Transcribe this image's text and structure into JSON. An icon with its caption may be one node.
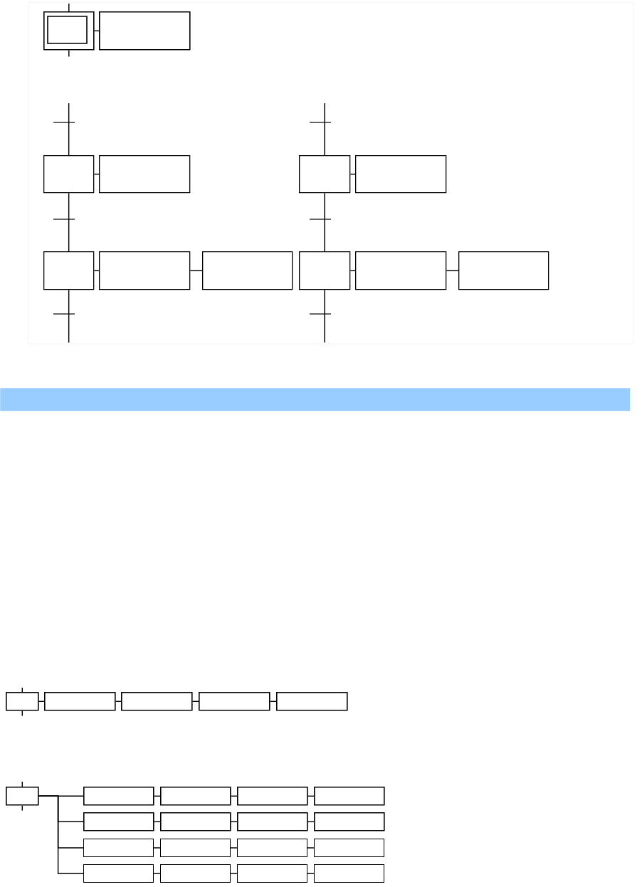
{
  "diagram": {
    "nodes": [
      {
        "text": [],
        "shape": "box"
      },
      {
        "text": [],
        "shape": "box"
      },
      {
        "text": [],
        "shape": "box"
      },
      {
        "text": [],
        "shape": "box"
      },
      {
        "text": [],
        "shape": "box"
      },
      {
        "text": [],
        "shape": "box"
      },
      {
        "text": [],
        "shape": "box"
      },
      {
        "text": [],
        "shape": "box"
      },
      {
        "text": [],
        "shape": "box"
      },
      {
        "text": [],
        "shape": "box"
      },
      {
        "text": [],
        "shape": "box"
      },
      {
        "text": [],
        "shape": "box"
      },
      {
        "text": [],
        "shape": "box"
      },
      {
        "text": [],
        "shape": "box"
      },
      {
        "text": [],
        "shape": "box"
      },
      {
        "text": [],
        "shape": "box"
      },
      {
        "text": [],
        "shape": "box"
      },
      {
        "text": [],
        "shape": "box"
      },
      {
        "text": [],
        "shape": "box"
      },
      {
        "text": [],
        "shape": "box"
      },
      {
        "text": [],
        "shape": "box"
      },
      {
        "text": [],
        "shape": "box"
      },
      {
        "text": [],
        "shape": "box"
      },
      {
        "text": [],
        "shape": "box"
      },
      {
        "text": [],
        "shape": "box"
      },
      {
        "text": [],
        "shape": "box"
      },
      {
        "text": [],
        "shape": "box"
      },
      {
        "text": [],
        "shape": "box"
      },
      {
        "text": [],
        "shape": "box"
      },
      {
        "text": [],
        "shape": "box"
      },
      {
        "text": [],
        "shape": "box"
      },
      {
        "text": [],
        "shape": "box"
      },
      {
        "text": [],
        "shape": "box"
      },
      {
        "text": [],
        "shape": "box"
      },
      {
        "text": [],
        "shape": "bar"
      }
    ],
    "edges": [
      {
        "from": null,
        "to": 0,
        "arrow": "none"
      },
      {
        "from": 0,
        "to": null,
        "arrow": "none"
      },
      {
        "from": 0,
        "to": 1,
        "arrow": "none"
      },
      {
        "from": null,
        "to": 2,
        "arrow": "none"
      },
      {
        "from": 2,
        "to": 3,
        "arrow": "none"
      },
      {
        "from": 2,
        "to": 6,
        "arrow": "none"
      },
      {
        "from": 6,
        "to": 7,
        "arrow": "none"
      },
      {
        "from": 7,
        "to": 8,
        "arrow": "none"
      },
      {
        "from": 6,
        "to": null,
        "arrow": "none"
      },
      {
        "from": null,
        "to": 4,
        "arrow": "none"
      },
      {
        "from": 4,
        "to": 5,
        "arrow": "none"
      },
      {
        "from": 4,
        "to": 9,
        "arrow": "none"
      },
      {
        "from": 9,
        "to": 10,
        "arrow": "none"
      },
      {
        "from": 10,
        "to": 11,
        "arrow": "none"
      },
      {
        "from": 9,
        "to": null,
        "arrow": "none"
      },
      {
        "from": null,
        "to": 12,
        "arrow": "none"
      },
      {
        "from": 12,
        "to": null,
        "arrow": "none"
      },
      {
        "from": 12,
        "to": 13,
        "arrow": "none"
      },
      {
        "from": 13,
        "to": 14,
        "arrow": "none"
      },
      {
        "from": 14,
        "to": 15,
        "arrow": "none"
      },
      {
        "from": 15,
        "to": 16,
        "arrow": "none"
      },
      {
        "from": null,
        "to": 17,
        "arrow": "none"
      },
      {
        "from": 17,
        "to": null,
        "arrow": "none"
      },
      {
        "from": 17,
        "to": 18,
        "arrow": "none"
      },
      {
        "from": 17,
        "to": 22,
        "arrow": "none"
      },
      {
        "from": 17,
        "to": 26,
        "arrow": "none"
      },
      {
        "from": 17,
        "to": 30,
        "arrow": "none"
      },
      {
        "from": 18,
        "to": 19,
        "arrow": "none"
      },
      {
        "from": 19,
        "to": 20,
        "arrow": "none"
      },
      {
        "from": 20,
        "to": 21,
        "arrow": "none"
      },
      {
        "from": 22,
        "to": 23,
        "arrow": "none"
      },
      {
        "from": 23,
        "to": 24,
        "arrow": "none"
      },
      {
        "from": 24,
        "to": 25,
        "arrow": "none"
      },
      {
        "from": 26,
        "to": 27,
        "arrow": "none"
      },
      {
        "from": 27,
        "to": 28,
        "arrow": "none"
      },
      {
        "from": 28,
        "to": 29,
        "arrow": "none"
      },
      {
        "from": 30,
        "to": 31,
        "arrow": "none"
      },
      {
        "from": 31,
        "to": 32,
        "arrow": "none"
      },
      {
        "from": 32,
        "to": 33,
        "arrow": "none"
      }
    ]
  }
}
